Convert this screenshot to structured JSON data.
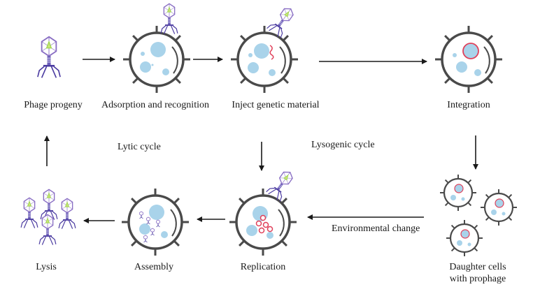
{
  "stages": {
    "phage_progeny": "Phage progeny",
    "adsorption": "Adsorption and recognition",
    "inject": "Inject genetic material",
    "integration": "Integration",
    "lysis": "Lysis",
    "assembly": "Assembly",
    "replication": "Replication",
    "daughter_line1": "Daughter cells",
    "daughter_line2": "with prophage"
  },
  "cycles": {
    "lytic": "Lytic cycle",
    "lysogenic": "Lysogenic cycle",
    "environmental": "Environmental change"
  },
  "colors": {
    "cell_outline": "#4a4a4a",
    "cytoplasm_circle": "#a9d3ea",
    "dna_red": "#e0405a",
    "phage_head": "#8a6fc4",
    "phage_tail": "#4a3aa0",
    "phage_dna": "#9ad04a",
    "arrow": "#1a1a1a"
  }
}
